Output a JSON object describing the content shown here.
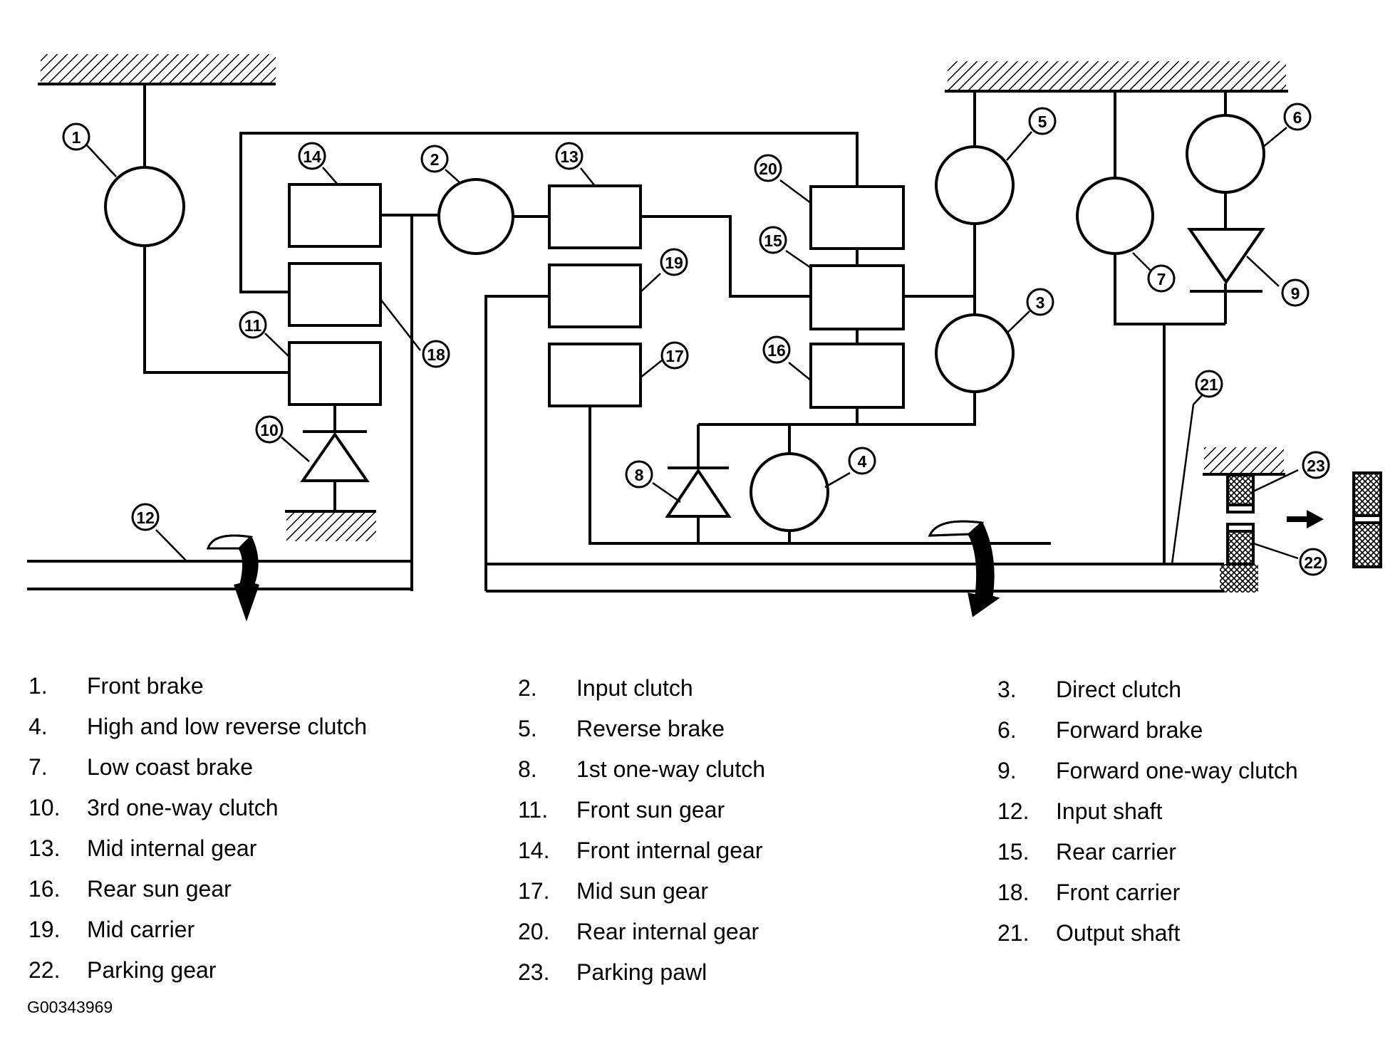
{
  "callouts": [
    "1",
    "2",
    "3",
    "4",
    "5",
    "6",
    "7",
    "8",
    "9",
    "10",
    "11",
    "12",
    "13",
    "14",
    "15",
    "16",
    "17",
    "18",
    "19",
    "20",
    "21",
    "22",
    "23"
  ],
  "legend": {
    "col1": [
      {
        "num": "1.",
        "label": "Front brake"
      },
      {
        "num": "4.",
        "label": "High and low reverse clutch"
      },
      {
        "num": "7.",
        "label": "Low coast brake"
      },
      {
        "num": "10.",
        "label": "3rd one-way clutch"
      },
      {
        "num": "13.",
        "label": "Mid internal gear"
      },
      {
        "num": "16.",
        "label": "Rear sun gear"
      },
      {
        "num": "19.",
        "label": "Mid carrier"
      },
      {
        "num": "22.",
        "label": "Parking gear"
      }
    ],
    "col2": [
      {
        "num": "2.",
        "label": "Input clutch"
      },
      {
        "num": "5.",
        "label": "Reverse brake"
      },
      {
        "num": "8.",
        "label": "1st one-way clutch"
      },
      {
        "num": "11.",
        "label": "Front sun gear"
      },
      {
        "num": "14.",
        "label": "Front internal gear"
      },
      {
        "num": "17.",
        "label": "Mid sun gear"
      },
      {
        "num": "20.",
        "label": "Rear internal gear"
      },
      {
        "num": "23.",
        "label": "Parking pawl"
      }
    ],
    "col3": [
      {
        "num": "3.",
        "label": "Direct clutch"
      },
      {
        "num": "6.",
        "label": "Forward brake"
      },
      {
        "num": "9.",
        "label": "Forward one-way clutch"
      },
      {
        "num": "12.",
        "label": "Input shaft"
      },
      {
        "num": "15.",
        "label": "Rear carrier"
      },
      {
        "num": "18.",
        "label": "Front carrier"
      },
      {
        "num": "21.",
        "label": "Output shaft"
      }
    ]
  },
  "figure_id": "G00343969"
}
